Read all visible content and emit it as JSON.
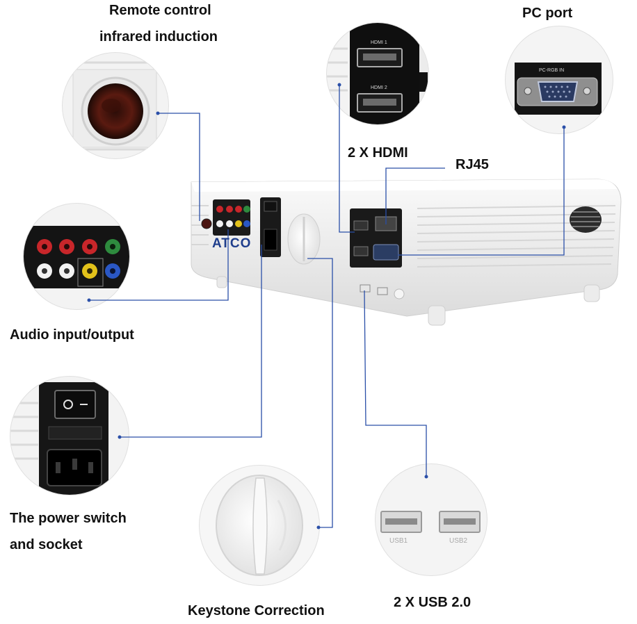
{
  "labels": {
    "remote_line1": "Remote control",
    "remote_line2": "infrared induction",
    "pc_port": "PC port",
    "hdmi": "2 X HDMI",
    "rj45": "RJ45",
    "audio": "Audio input/output",
    "power_line1": "The power switch",
    "power_line2": "and socket",
    "keystone": "Keystone Correction",
    "usb": "2 X USB 2.0"
  },
  "port_text": {
    "hdmi1": "HDMI 1",
    "hdmi2": "HDMI 2",
    "pc_rgb_in": "PC-RGB IN",
    "usb1": "USB1",
    "usb2": "USB2"
  },
  "logo_text": "ATCO",
  "colors": {
    "leader_line": "#2a4fa8",
    "body": "#f3f3f3",
    "panel": "#1a1a1a",
    "jack_red": "#c8262a",
    "jack_green": "#2e8b3e",
    "jack_yellow": "#e3c21a",
    "jack_blue": "#2a57c4",
    "jack_white": "#f2f2f2"
  }
}
